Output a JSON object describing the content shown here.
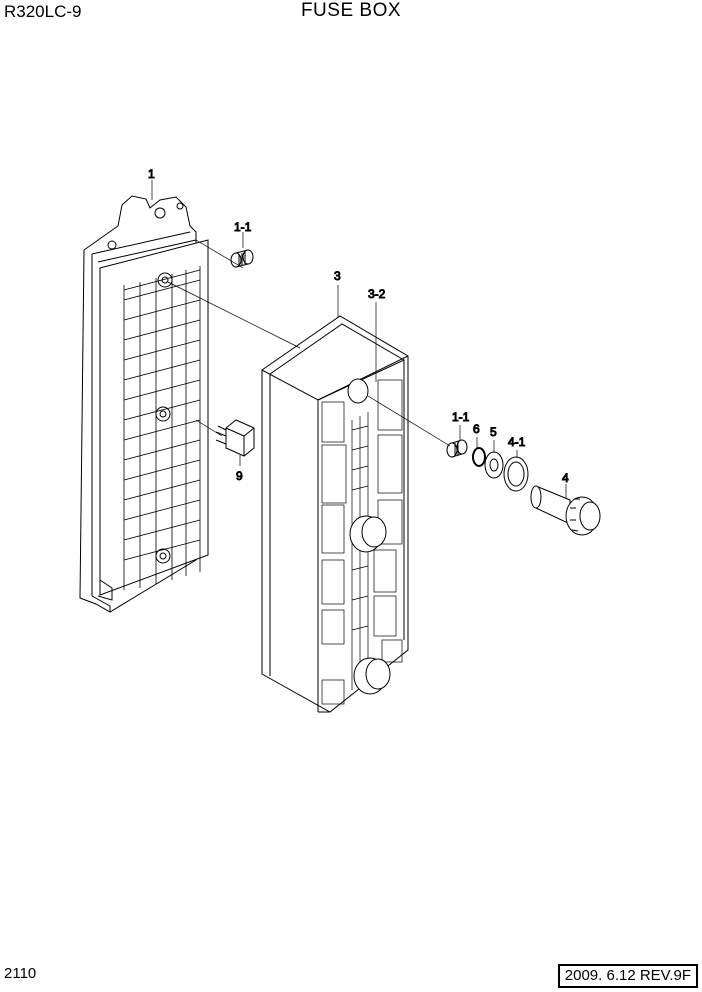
{
  "header": {
    "model": "R320LC-9",
    "title": "FUSE BOX"
  },
  "footer": {
    "page_number": "2110",
    "revision": "2009. 6.12  REV.9F"
  },
  "callouts": {
    "fuse_box_body": "1",
    "cap_upper": "1-1",
    "cover": "3",
    "cover_sub": "3-2",
    "relay": "9",
    "cap_lower": "1-1",
    "o_ring": "6",
    "washer": "5",
    "washer_large": "4-1",
    "knob": "4"
  }
}
